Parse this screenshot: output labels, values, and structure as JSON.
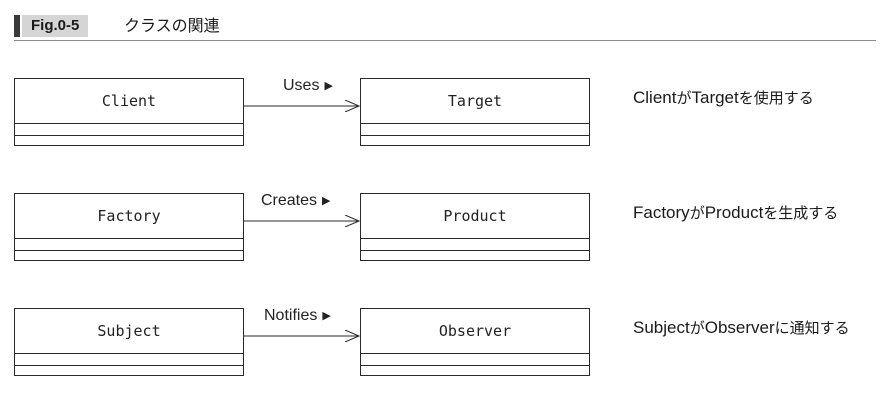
{
  "figure": {
    "tag": "Fig.0-5",
    "title": "クラスの関連"
  },
  "associations": [
    {
      "source": "Client",
      "target": "Target",
      "label": "Uses",
      "direction_marker": "▶",
      "desc_a": "Client",
      "desc_b": "が",
      "desc_c": "Target",
      "desc_d": "を使用する"
    },
    {
      "source": "Factory",
      "target": "Product",
      "label": "Creates",
      "direction_marker": "▶",
      "desc_a": "Factory",
      "desc_b": "が",
      "desc_c": "Product",
      "desc_d": "を生成する"
    },
    {
      "source": "Subject",
      "target": "Observer",
      "label": "Notifies",
      "direction_marker": "▶",
      "desc_a": "Subject",
      "desc_b": "が",
      "desc_c": "Observer",
      "desc_d": "に通知する"
    }
  ],
  "colors": {
    "line": "#2a2a2a",
    "header_tag_bg": "#d5d5d5",
    "header_bar": "#3a3a3a"
  }
}
